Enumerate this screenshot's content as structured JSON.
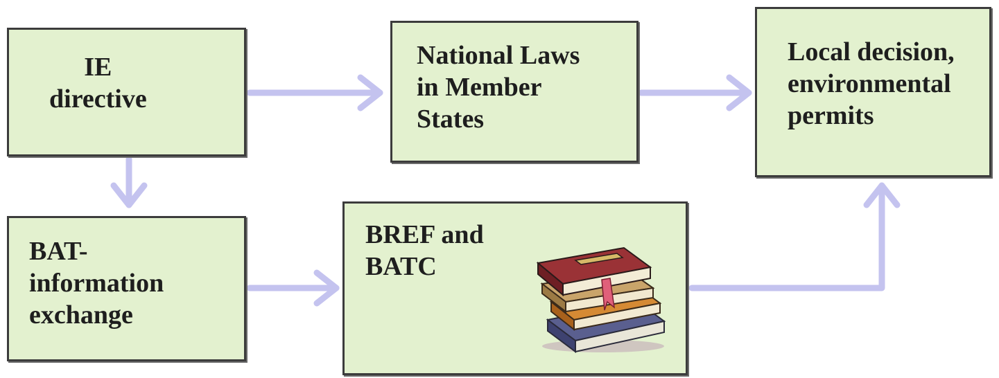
{
  "nodes": {
    "ie": "IE\ndirective",
    "national": "National Laws\nin Member\nStates",
    "local": "Local decision,\nenvironmental\npermits",
    "bat": "BAT-\ninformation\nexchange",
    "bref": "BREF and\nBATC"
  },
  "colors": {
    "box_fill": "#e3f1cf",
    "box_border": "#3c3c3c",
    "arrow": "#c4c3ef"
  },
  "icons": {
    "books": "books-icon"
  }
}
